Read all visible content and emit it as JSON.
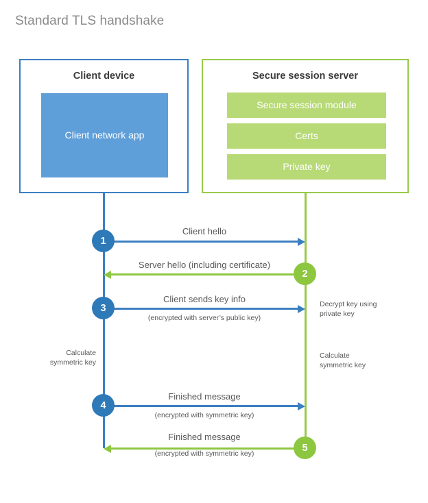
{
  "title": "Standard TLS handshake",
  "participants": {
    "client": {
      "name": "Client device",
      "blocks": [
        {
          "label": "Client network\napp"
        }
      ]
    },
    "server": {
      "name": "Secure session server",
      "blocks": [
        {
          "label": "Secure session module"
        },
        {
          "label": "Certs"
        },
        {
          "label": "Private key"
        }
      ]
    }
  },
  "steps": [
    {
      "number": "1",
      "label": "Client hello",
      "sublabel": "",
      "direction": "client-to-server",
      "color": "#3C7FC1"
    },
    {
      "number": "2",
      "label": "Server hello (including certificate)",
      "sublabel": "",
      "direction": "server-to-client",
      "color": "#8DC63F"
    },
    {
      "number": "3",
      "label": "Client sends key info",
      "sublabel": "(encrypted with server’s public key)",
      "direction": "client-to-server",
      "color": "#3C7FC1"
    },
    {
      "number": "4",
      "label": "Finished message",
      "sublabel": "(encrypted with symmetric key)",
      "direction": "client-to-server",
      "color": "#3C7FC1"
    },
    {
      "number": "5",
      "label": "Finished message",
      "sublabel": "(encrypted with symmetric key)",
      "direction": "server-to-client",
      "color": "#8DC63F"
    }
  ],
  "annotations": {
    "server_decrypt": "Decrypt key using\nprivate key",
    "client_calculate": "Calculate\nsymmetric key",
    "server_calculate": "Calculate\nsymmetric key"
  },
  "colors": {
    "client_border": "#3C7FC1",
    "client_fill": "#5F9FD9",
    "server_border": "#98CA4B",
    "server_fill": "#B7DA76",
    "badge_blue": "#2E79B8",
    "badge_green": "#8DC63F",
    "title_text": "#8b8b8b",
    "body_text": "#58585b"
  }
}
